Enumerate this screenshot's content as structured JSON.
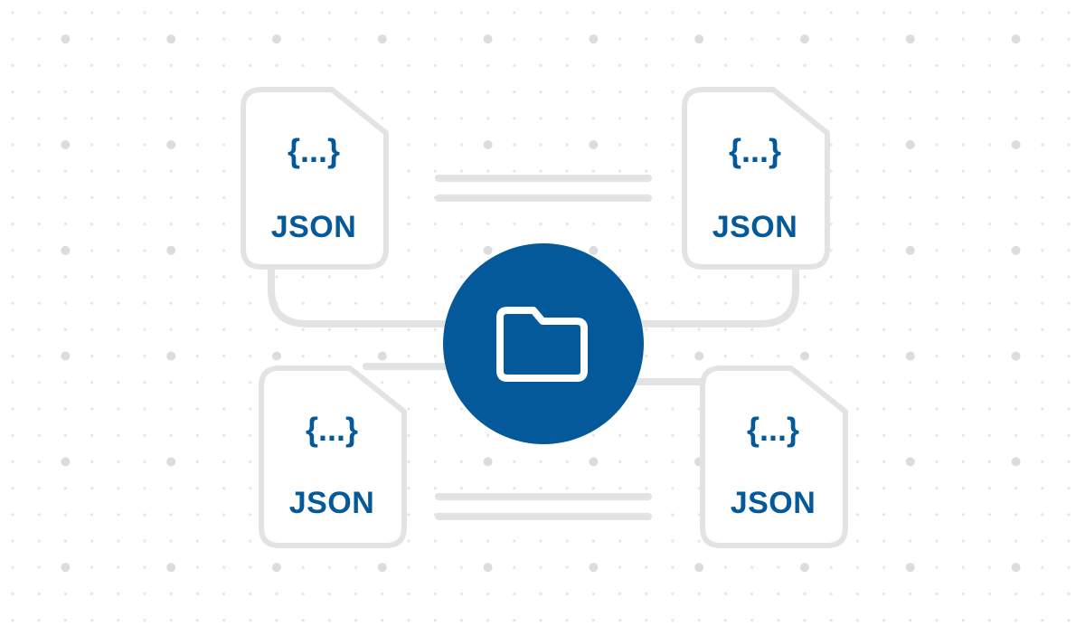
{
  "colors": {
    "accent": "#04599a",
    "outline": "#e1e3e4",
    "dot_large": "#dcdcdc",
    "dot_small": "#e6e6e6",
    "background": "#ffffff"
  },
  "center_node": {
    "icon": "folder-icon"
  },
  "documents": [
    {
      "icon": "json-file-icon",
      "symbol": "{...}",
      "label": "JSON"
    },
    {
      "icon": "json-file-icon",
      "symbol": "{...}",
      "label": "JSON"
    },
    {
      "icon": "json-file-icon",
      "symbol": "{...}",
      "label": "JSON"
    },
    {
      "icon": "json-file-icon",
      "symbol": "{...}",
      "label": "JSON"
    }
  ]
}
